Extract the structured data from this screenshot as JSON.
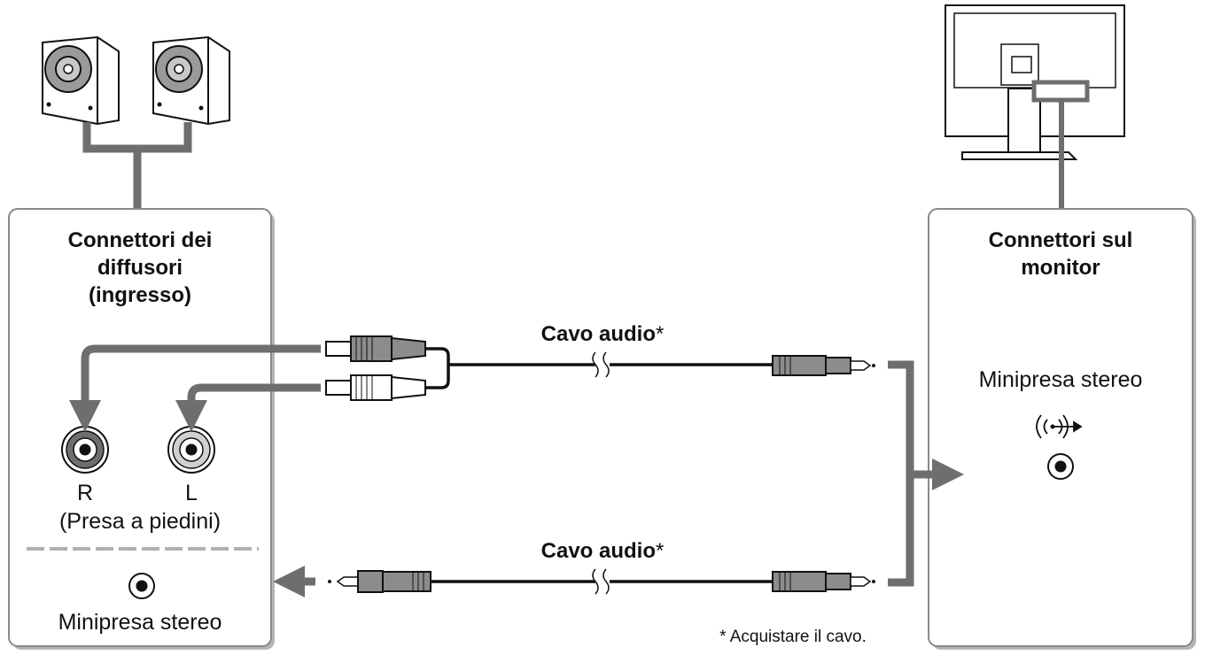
{
  "left_panel": {
    "title_lines": [
      "Connettori dei",
      "diffusori",
      "(ingresso)"
    ],
    "jack_r": "R",
    "jack_l": "L",
    "rca_caption": "(Presa a piedini)",
    "mini_caption": "Minipresa stereo"
  },
  "right_panel": {
    "title_lines": [
      "Connettori sul",
      "monitor"
    ],
    "mini_caption": "Minipresa stereo"
  },
  "cables": {
    "top_label": "Cavo audio",
    "bottom_label": "Cavo audio",
    "asterisk": "*"
  },
  "footnote": "* Acquistare il cavo.",
  "colors": {
    "panel_border": "#8a8a8a",
    "panel_shadow": "#b5b5b5",
    "connector_gray": "#6e6e6e",
    "dashed_divider": "#b0b0b0",
    "cable_black": "#111111"
  },
  "icons": [
    "speaker-icon",
    "monitor-icon",
    "rca-jack-icon",
    "mini-jack-icon",
    "audio-out-icon"
  ]
}
